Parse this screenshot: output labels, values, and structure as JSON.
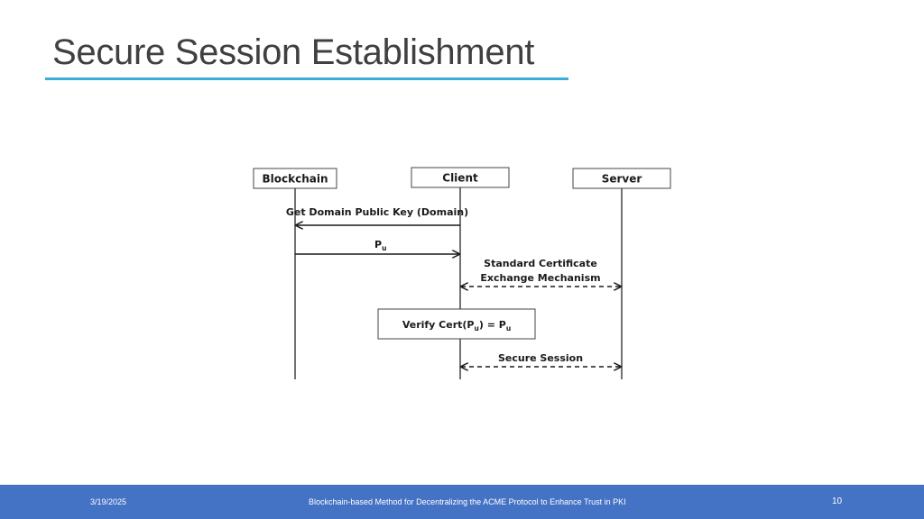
{
  "slide": {
    "title": "Secure Session Establishment",
    "accent_color": "#3cacd8"
  },
  "diagram": {
    "participants": {
      "blockchain": "Blockchain",
      "client": "Client",
      "server": "Server"
    },
    "messages": {
      "get_key": "Get Domain Public Key (Domain)",
      "pu_base": "P",
      "pu_sub": "u",
      "std_cert_line1": "Standard Certificate",
      "std_cert_line2": "Exchange Mechanism",
      "secure_session": "Secure Session"
    },
    "verify": {
      "prefix": "Verify Cert(P",
      "sub1": "u",
      "middle": ") = P",
      "sub2": "u"
    }
  },
  "footer": {
    "date": "3/19/2025",
    "caption": "Blockchain-based Method for Decentralizing the ACME Protocol to Enhance Trust in PKI",
    "page": "10",
    "bar_color": "#4472c4"
  }
}
